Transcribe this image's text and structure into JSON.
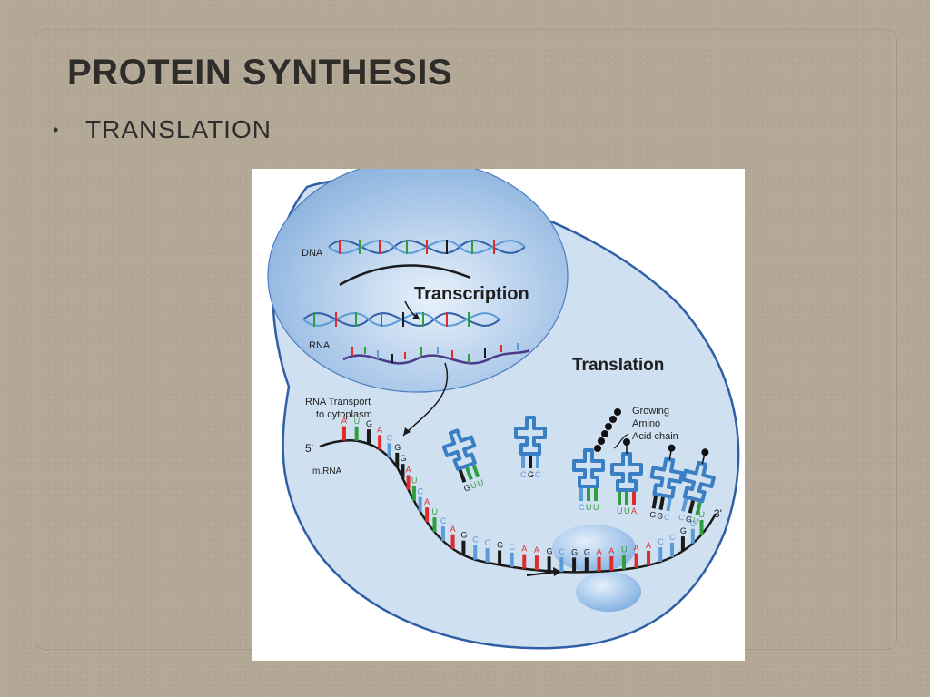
{
  "slide": {
    "title": "PROTEIN SYNTHESIS",
    "bullet": "TRANSLATION"
  },
  "diagram": {
    "labels": {
      "dna": "DNA",
      "transcription": "Transcription",
      "rna": "RNA",
      "translation": "Translation",
      "rna_transport_1": "RNA Transport",
      "rna_transport_2": "to cytoplasm",
      "growing_1": "Growing",
      "growing_2": "Amino",
      "growing_3": "Acid chain",
      "five_prime": "5'",
      "three_prime": "3'",
      "mrna": "m.RNA"
    },
    "mrna_bases": [
      "A",
      "U",
      "G",
      "A",
      "C",
      "G",
      "G",
      "A",
      "U",
      "C",
      "A",
      "U",
      "C",
      "A",
      "G",
      "C",
      "C",
      "G",
      "C",
      "A",
      "A",
      "G",
      "C",
      "G",
      "G",
      "A",
      "A",
      "U",
      "A",
      "A",
      "C",
      "C",
      "G",
      "C",
      "U"
    ],
    "trna_anticodons": [
      [
        "G",
        "U",
        "U"
      ],
      [
        "C",
        "G",
        "C"
      ],
      [
        "C",
        "U",
        "U"
      ],
      [
        "U",
        "U",
        "A"
      ],
      [
        "G",
        "G",
        "C"
      ],
      [
        "C",
        "G",
        "U"
      ]
    ],
    "colors": {
      "cell": "#cfe0f1",
      "cell_border": "#2f5fa6",
      "nucleus": "#a8c7ea",
      "trna": "#3a7fc4",
      "base_red": "#e02b2b",
      "base_green": "#2e9e3e",
      "base_blue": "#5b9bd8",
      "base_black": "#1a1a1a"
    }
  }
}
